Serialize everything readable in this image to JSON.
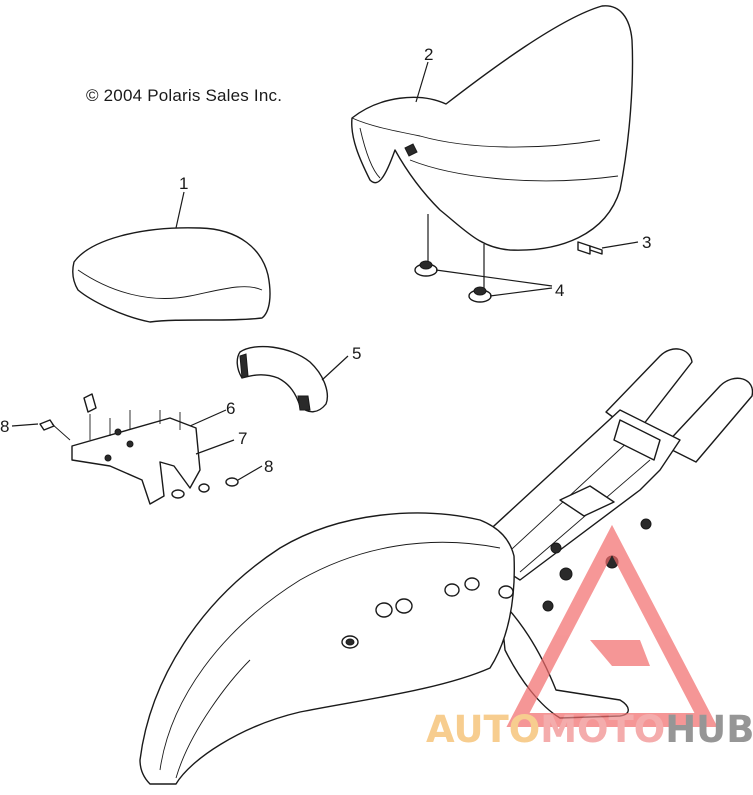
{
  "copyright": "© 2004 Polaris Sales Inc.",
  "callouts": [
    "1",
    "2",
    "3",
    "4",
    "5",
    "6",
    "7",
    "8",
    "8"
  ],
  "watermark": {
    "part1": "AUTO",
    "part2": "MOTO",
    "part3": "HUB",
    "color1": "#f4b860",
    "color2": "#f08a8a",
    "color3": "#6b6b6b",
    "logo_color": "#f26b6b"
  }
}
